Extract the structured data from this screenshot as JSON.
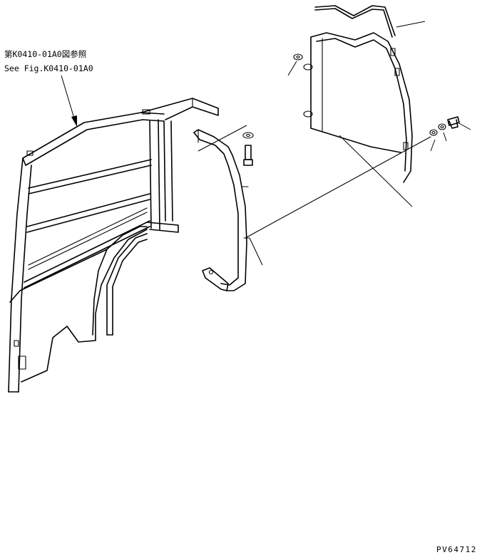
{
  "reference": {
    "line_jp": "第K0410-01A0図参照",
    "line_en": "See Fig.K0410-01A0"
  },
  "drawing_code": "PV64712"
}
